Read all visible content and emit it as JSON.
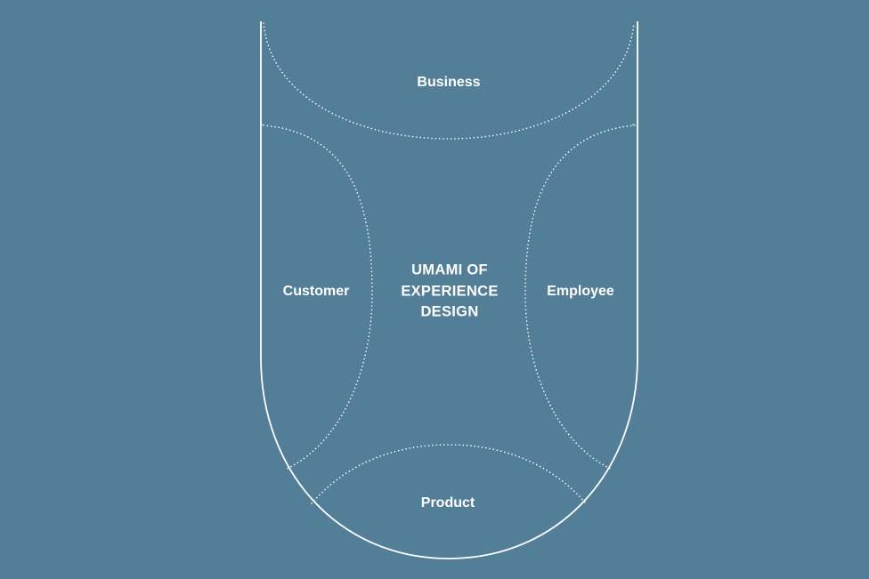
{
  "diagram": {
    "regions": {
      "business": "Business",
      "customer": "Customer",
      "employee": "Employee",
      "product": "Product"
    },
    "center": {
      "line1": "UMAMI OF",
      "line2": "EXPERIENCE",
      "line3": "DESIGN"
    }
  },
  "colors": {
    "background": "#527f97",
    "stroke": "#ffffff",
    "text": "#ffffff"
  }
}
